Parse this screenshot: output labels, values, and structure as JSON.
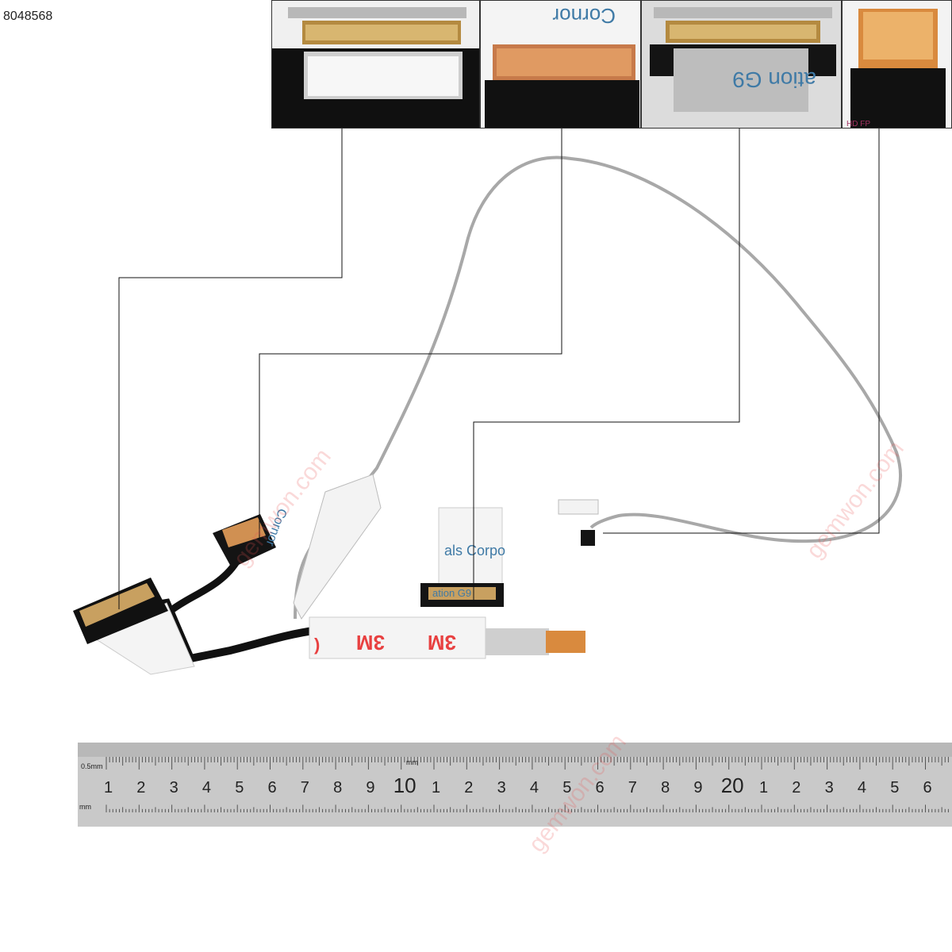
{
  "sku": "8048568",
  "watermark": "gemwon.com",
  "tape_brand": "3M",
  "labels": {
    "thumb2_print": "Cornor",
    "thumb3_print": "ation G9",
    "thumb4_print": "HD FP",
    "main_label_1": "Cornor",
    "main_label_2": "als Corpo",
    "main_label_3": "ation G9"
  },
  "ruler": {
    "unit_top": "mm",
    "unit_left": "0.5mm",
    "unit_bottom": "mm",
    "numbers": [
      "1",
      "2",
      "3",
      "4",
      "5",
      "6",
      "7",
      "8",
      "9",
      "10",
      "1",
      "2",
      "3",
      "4",
      "5",
      "6",
      "7",
      "8",
      "9",
      "20",
      "1",
      "2",
      "3",
      "4",
      "5",
      "6"
    ]
  },
  "colors": {
    "watermark": "#e65050",
    "connector_gold": "#c8a060",
    "cable_black": "#111111",
    "ruler_steel": "#c9c9c9"
  }
}
